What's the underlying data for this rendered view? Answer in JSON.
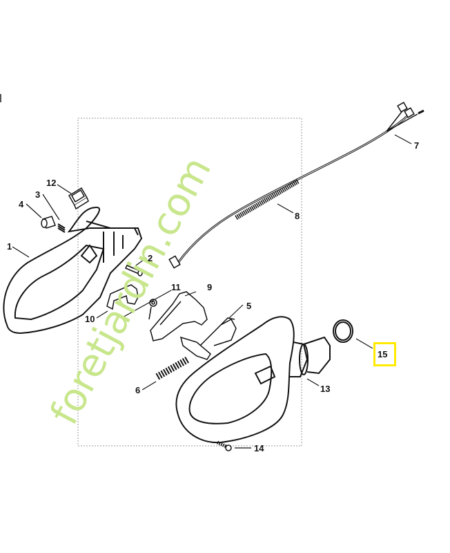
{
  "diagram": {
    "type": "exploded-parts-diagram",
    "watermark": {
      "text": "foretjardin.com",
      "colors": {
        "foret": "#c8e68c",
        "accent_e": "#f5c08a",
        "com": "#d9cfc2"
      }
    },
    "highlight_color": "#ffea00",
    "highlighted_part": "15",
    "callouts": [
      {
        "id": "1",
        "label": "1"
      },
      {
        "id": "2",
        "label": "2"
      },
      {
        "id": "3",
        "label": "3"
      },
      {
        "id": "4",
        "label": "4"
      },
      {
        "id": "5",
        "label": "5"
      },
      {
        "id": "6",
        "label": "6"
      },
      {
        "id": "7",
        "label": "7"
      },
      {
        "id": "8",
        "label": "8"
      },
      {
        "id": "9",
        "label": "9"
      },
      {
        "id": "10",
        "label": "10"
      },
      {
        "id": "11",
        "label": "11"
      },
      {
        "id": "12",
        "label": "12"
      },
      {
        "id": "13",
        "label": "13"
      },
      {
        "id": "14",
        "label": "14"
      },
      {
        "id": "15",
        "label": "15"
      }
    ]
  }
}
